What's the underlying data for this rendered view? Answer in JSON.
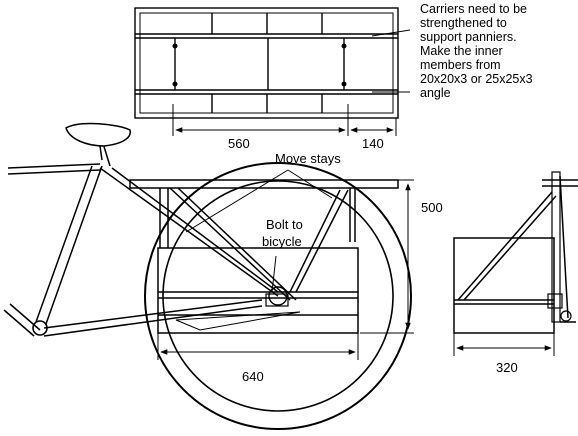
{
  "annotations": {
    "carrier_note": [
      "Carriers need to be",
      "strengthened to",
      "support panniers.",
      "Make the inner",
      "members from",
      "20x20x3 or 25x25x3",
      "angle"
    ],
    "move_stays": "Move  stays",
    "bolt_to_bicycle": [
      "Bolt to",
      "bicycle"
    ]
  },
  "dimensions": {
    "top_left": "560",
    "top_right": "140",
    "side_height": "500",
    "bottom_length": "640",
    "end_width": "320"
  }
}
